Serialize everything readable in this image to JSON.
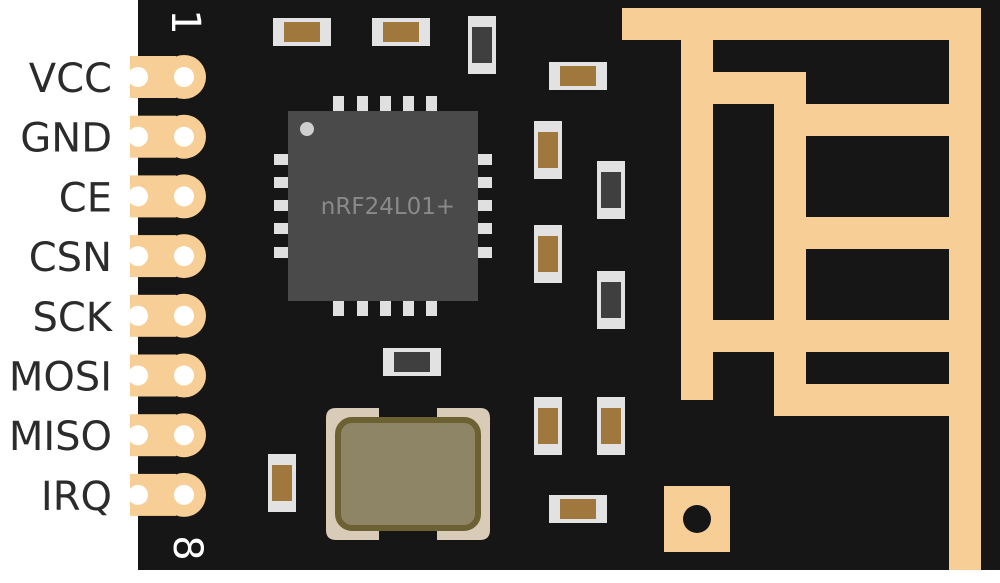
{
  "module": {
    "chip_label": "nRF24L01+",
    "pin_first": "1",
    "pin_last": "8",
    "pins": [
      "VCC",
      "GND",
      "CE",
      "CSN",
      "SCK",
      "MOSI",
      "MISO",
      "IRQ"
    ]
  },
  "colors": {
    "board": "#161616",
    "copper": "#f7cf96",
    "chip": "#4a4a4a",
    "chip_pad": "#e0e0e0",
    "resistor_body": "#a0773c",
    "capacitor_body": "#3f3f3f",
    "smd_pad": "#e2e2e2",
    "crystal_outer": "#d8cbb8",
    "crystal_inner": "#8e8466",
    "label": "#2b2b2b"
  }
}
